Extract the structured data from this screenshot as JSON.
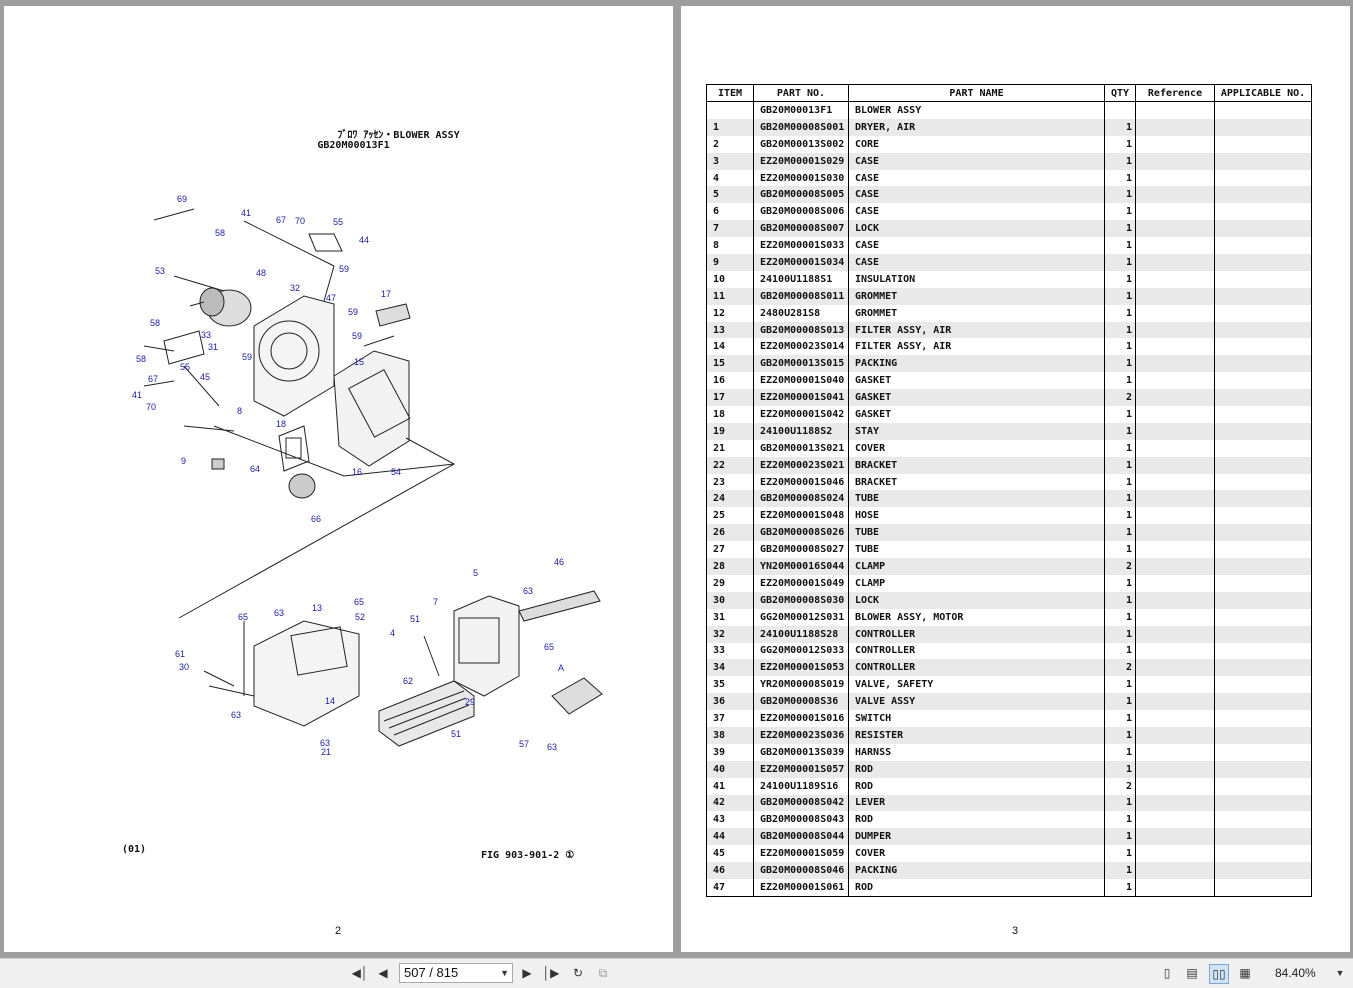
{
  "left_page": {
    "title_line1": "ﾌﾞﾛﾜ ｱｯｾﾝ・BLOWER ASSY",
    "title_line2": "GB20M00013F1",
    "footer_code": "(01)",
    "fig_label": "FIG 903-901-2 ①",
    "page_number": "2",
    "callouts": [
      "69",
      "41",
      "67",
      "70",
      "55",
      "44",
      "58",
      "53",
      "59",
      "32",
      "47",
      "59",
      "17",
      "58",
      "33",
      "31",
      "59",
      "15",
      "58",
      "67",
      "55",
      "45",
      "41",
      "70",
      "8",
      "59",
      "48",
      "18",
      "9",
      "64",
      "16",
      "54",
      "66",
      "46",
      "5",
      "63",
      "7",
      "65",
      "51",
      "52",
      "4",
      "65",
      "63",
      "13",
      "A",
      "65",
      "61",
      "30",
      "62",
      "29",
      "63",
      "14",
      "51",
      "57",
      "63",
      "63",
      "21"
    ]
  },
  "right_page": {
    "page_number": "3",
    "headers": [
      "ITEM",
      "PART NO.",
      "PART NAME",
      "QTY",
      "Reference",
      "APPLICABLE NO."
    ],
    "rows": [
      [
        "",
        "GB20M00013F1",
        "BLOWER ASSY",
        "",
        "",
        ""
      ],
      [
        "1",
        "GB20M00008S001",
        "DRYER, AIR",
        "1",
        "",
        ""
      ],
      [
        "2",
        "GB20M00013S002",
        "CORE",
        "1",
        "",
        ""
      ],
      [
        "3",
        "EZ20M00001S029",
        "CASE",
        "1",
        "",
        ""
      ],
      [
        "4",
        "EZ20M00001S030",
        "CASE",
        "1",
        "",
        ""
      ],
      [
        "5",
        "GB20M00008S005",
        "CASE",
        "1",
        "",
        ""
      ],
      [
        "6",
        "GB20M00008S006",
        "CASE",
        "1",
        "",
        ""
      ],
      [
        "7",
        "GB20M00008S007",
        "LOCK",
        "1",
        "",
        ""
      ],
      [
        "8",
        "EZ20M00001S033",
        "CASE",
        "1",
        "",
        ""
      ],
      [
        "9",
        "EZ20M00001S034",
        "CASE",
        "1",
        "",
        ""
      ],
      [
        "10",
        "24100U1188S1",
        "INSULATION",
        "1",
        "",
        ""
      ],
      [
        "11",
        "GB20M00008S011",
        "GROMMET",
        "1",
        "",
        ""
      ],
      [
        "12",
        "2480U281S8",
        "GROMMET",
        "1",
        "",
        ""
      ],
      [
        "13",
        "GB20M00008S013",
        "FILTER ASSY, AIR",
        "1",
        "",
        ""
      ],
      [
        "14",
        "EZ20M00023S014",
        "FILTER ASSY, AIR",
        "1",
        "",
        ""
      ],
      [
        "15",
        "GB20M00013S015",
        "PACKING",
        "1",
        "",
        ""
      ],
      [
        "16",
        "EZ20M00001S040",
        "GASKET",
        "1",
        "",
        ""
      ],
      [
        "17",
        "EZ20M00001S041",
        "GASKET",
        "2",
        "",
        ""
      ],
      [
        "18",
        "EZ20M00001S042",
        "GASKET",
        "1",
        "",
        ""
      ],
      [
        "19",
        "24100U1188S2",
        "STAY",
        "1",
        "",
        ""
      ],
      [
        "21",
        "GB20M00013S021",
        "COVER",
        "1",
        "",
        ""
      ],
      [
        "22",
        "EZ20M00023S021",
        "BRACKET",
        "1",
        "",
        ""
      ],
      [
        "23",
        "EZ20M00001S046",
        "BRACKET",
        "1",
        "",
        ""
      ],
      [
        "24",
        "GB20M00008S024",
        "TUBE",
        "1",
        "",
        ""
      ],
      [
        "25",
        "EZ20M00001S048",
        "HOSE",
        "1",
        "",
        ""
      ],
      [
        "26",
        "GB20M00008S026",
        "TUBE",
        "1",
        "",
        ""
      ],
      [
        "27",
        "GB20M00008S027",
        "TUBE",
        "1",
        "",
        ""
      ],
      [
        "28",
        "YN20M00016S044",
        "CLAMP",
        "2",
        "",
        ""
      ],
      [
        "29",
        "EZ20M00001S049",
        "CLAMP",
        "1",
        "",
        ""
      ],
      [
        "30",
        "GB20M00008S030",
        "LOCK",
        "1",
        "",
        ""
      ],
      [
        "31",
        "GG20M00012S031",
        "BLOWER ASSY, MOTOR",
        "1",
        "",
        ""
      ],
      [
        "32",
        "24100U1188S28",
        "CONTROLLER",
        "1",
        "",
        ""
      ],
      [
        "33",
        "GG20M00012S033",
        "CONTROLLER",
        "1",
        "",
        ""
      ],
      [
        "34",
        "EZ20M00001S053",
        "CONTROLLER",
        "2",
        "",
        ""
      ],
      [
        "35",
        "YR20M00008S019",
        "VALVE, SAFETY",
        "1",
        "",
        ""
      ],
      [
        "36",
        "GB20M00008S36",
        "VALVE ASSY",
        "1",
        "",
        ""
      ],
      [
        "37",
        "EZ20M00001S016",
        "SWITCH",
        "1",
        "",
        ""
      ],
      [
        "38",
        "EZ20M00023S036",
        "RESISTER",
        "1",
        "",
        ""
      ],
      [
        "39",
        "GB20M00013S039",
        "HARNSS",
        "1",
        "",
        ""
      ],
      [
        "40",
        "EZ20M00001S057",
        "ROD",
        "1",
        "",
        ""
      ],
      [
        "41",
        "24100U1189S16",
        "ROD",
        "2",
        "",
        ""
      ],
      [
        "42",
        "GB20M00008S042",
        "LEVER",
        "1",
        "",
        ""
      ],
      [
        "43",
        "GB20M00008S043",
        "ROD",
        "1",
        "",
        ""
      ],
      [
        "44",
        "GB20M00008S044",
        "DUMPER",
        "1",
        "",
        ""
      ],
      [
        "45",
        "EZ20M00001S059",
        "COVER",
        "1",
        "",
        ""
      ],
      [
        "46",
        "GB20M00008S046",
        "PACKING",
        "1",
        "",
        ""
      ],
      [
        "47",
        "EZ20M00001S061",
        "ROD",
        "1",
        "",
        ""
      ]
    ]
  },
  "toolbar": {
    "page_indicator": "507 / 815",
    "zoom": "84.40%",
    "icons": [
      "first-page-icon",
      "prev-page-icon",
      "next-page-icon",
      "last-page-icon",
      "rotate-icon",
      "fit-icon",
      "single-page-icon",
      "continuous-icon",
      "two-page-icon",
      "two-page-continuous-icon",
      "zoom-dropdown-icon"
    ]
  }
}
